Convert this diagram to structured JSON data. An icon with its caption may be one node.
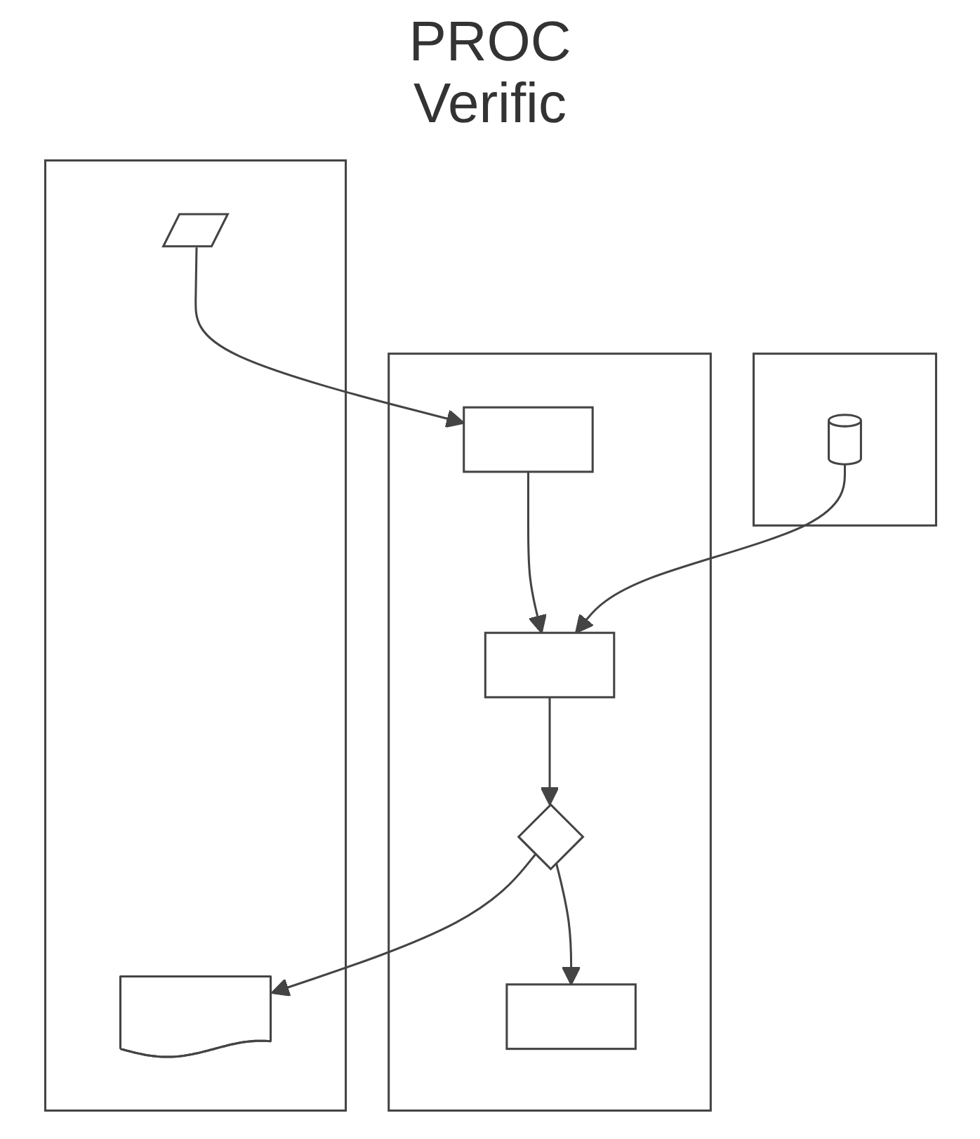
{
  "diagram": {
    "nodes": [
      {
        "text": [],
        "shape": "band"
      },
      {
        "text": [],
        "shape": "band"
      },
      {
        "text": [],
        "shape": "band"
      },
      {
        "text": [],
        "shape": "parallelogram",
        "in": 0
      },
      {
        "text": [],
        "shape": "box",
        "in": 1
      },
      {
        "text": [],
        "shape": "cylinder",
        "in": 2
      },
      {
        "text": [],
        "shape": "box",
        "in": 1
      },
      {
        "text": [],
        "shape": "document",
        "in": 0
      },
      {
        "text": [],
        "shape": "diamond",
        "in": 1
      },
      {
        "text": [],
        "shape": "box",
        "in": 1
      }
    ],
    "edges": [
      {
        "from": 3,
        "to": 4,
        "arrow": "to"
      },
      {
        "from": 4,
        "to": 6,
        "arrow": "to"
      },
      {
        "from": 5,
        "to": 6,
        "arrow": "to"
      },
      {
        "from": 6,
        "to": 8,
        "arrow": "to"
      },
      {
        "from": 8,
        "to": 7,
        "arrow": "to"
      },
      {
        "from": 8,
        "to": 9,
        "arrow": "to"
      }
    ],
    "labels": [
      "PROC",
      "Verific"
    ]
  }
}
